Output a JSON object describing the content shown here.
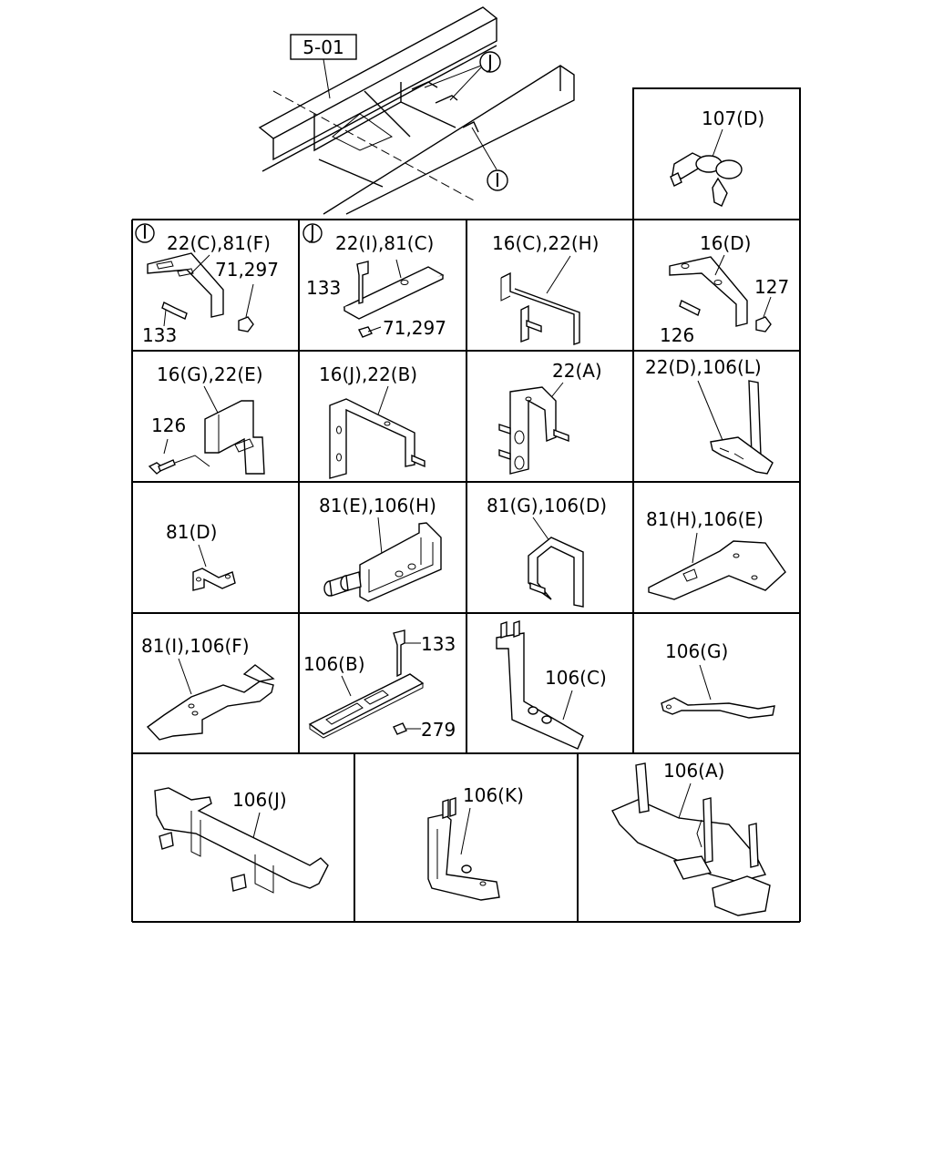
{
  "frame": {
    "ref_box": "5-01",
    "markers": [
      "J",
      "I"
    ]
  },
  "cells": {
    "c107d": {
      "label": "107(D)"
    },
    "cI": {
      "marker": "I",
      "label": "22(C),81(F)",
      "callouts": [
        "71,297",
        "133"
      ]
    },
    "cJ": {
      "marker": "J",
      "label": "22(I),81(C)",
      "callouts": [
        "133",
        "71,297"
      ]
    },
    "c16c": {
      "label": "16(C),22(H)"
    },
    "c16d": {
      "label": "16(D)",
      "callouts": [
        "127",
        "126"
      ]
    },
    "c16g": {
      "label": "16(G),22(E)",
      "callouts": [
        "126"
      ]
    },
    "c16j": {
      "label": "16(J),22(B)"
    },
    "c22a": {
      "label": "22(A)"
    },
    "c22d": {
      "label": "22(D),106(L)"
    },
    "c81d": {
      "label": "81(D)"
    },
    "c81e": {
      "label": "81(E),106(H)"
    },
    "c81g": {
      "label": "81(G),106(D)"
    },
    "c81h": {
      "label": "81(H),106(E)"
    },
    "c81i": {
      "label": "81(I),106(F)"
    },
    "c106b": {
      "label": "106(B)",
      "callouts": [
        "133",
        "279"
      ]
    },
    "c106c": {
      "label": "106(C)"
    },
    "c106g": {
      "label": "106(G)"
    },
    "c106j": {
      "label": "106(J)"
    },
    "c106k": {
      "label": "106(K)"
    },
    "c106a": {
      "label": "106(A)"
    }
  }
}
